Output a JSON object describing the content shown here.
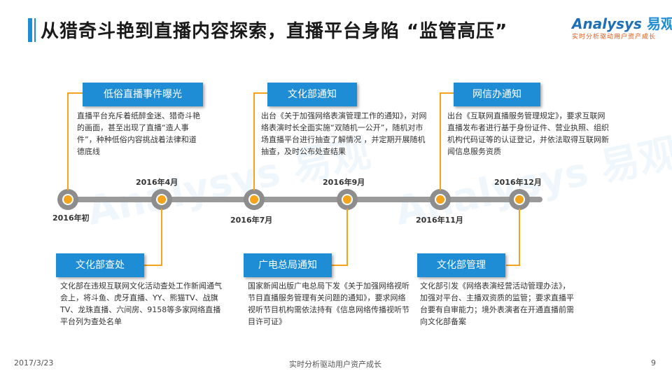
{
  "title": "从猎奇斗艳到直播内容探索，直播平台身陷 “监管高压”",
  "logo": {
    "main": "nalysys",
    "main_prefix": "A",
    "mark": "易观",
    "sub": "实时分析驱动用户资产成长"
  },
  "colors": {
    "accent": "#1f8dd6",
    "node": "#f5a31a",
    "line": "#9a9a9a"
  },
  "timeline": {
    "dates": [
      "2016年初",
      "2016年4月",
      "2016年7月",
      "2016年9月",
      "2016年11月",
      "2016年12月"
    ]
  },
  "events_top": [
    {
      "title": "低俗直播事件曝光",
      "body": "直播平台充斥着纸醉金迷、猎奇斗艳的画面，甚至出现了直播“造人事件”，种种低俗内容挑战着法律和道德底线"
    },
    {
      "title": "文化部通知",
      "body": "出台《关于加强网络表演管理工作的通知》，对网络表演时长全面实施“双随机一公开”，随机对市场直播平台进行抽查了解情况 ，并定期开展随机抽查，及时公布处查结果"
    },
    {
      "title": "网信办通知",
      "body": "出台《互联网直播服务管理规定》，要求互联网直播发布者进行基于身份证件、营业执照、组织机构代码证等的认证登记，并依法取得互联网新闻信息服务资质"
    }
  ],
  "events_bottom": [
    {
      "title": "文化部查处",
      "body": "文化部在违规互联网文化活动查处工作新闻通气会上，将斗鱼、虎牙直播、YY、熊猫TV、战旗TV、龙珠直播、六间房、9158等多家网络直播平台列为查处名单"
    },
    {
      "title": "广电总局通知",
      "body": "国家新闻出版广电总局下发《关于加强网络视听节目直播服务管理有关问题的通知》，要求网络视听节目机构需依法持有《信息网络传播视听节目许可证》"
    },
    {
      "title": "文化部管理",
      "body": "文化部引发《网络表演经营活动管理办法》，加强对平台、主播双资质的监管；要求直播平台要有自审能力；境外表演者在开通直播前需向文化部备案"
    }
  ],
  "footer": {
    "date": "2017/3/23",
    "slogan": "实时分析驱动用户资产成长",
    "page": "9"
  }
}
